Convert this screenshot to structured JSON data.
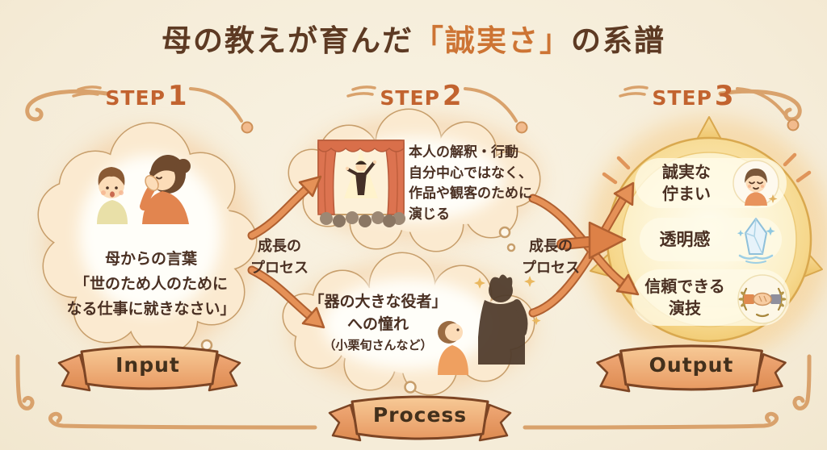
{
  "title": {
    "prefix": "母の教えが育んだ",
    "highlight": "「誠実さ」",
    "suffix": "の系譜"
  },
  "steps": [
    {
      "label": "STEP",
      "number": "1"
    },
    {
      "label": "STEP",
      "number": "2"
    },
    {
      "label": "STEP",
      "number": "3"
    }
  ],
  "step1": {
    "illustration": "mother-whispering-to-child",
    "lines": [
      "母からの言葉",
      "「世のため人のために",
      "なる仕事に就きなさい」"
    ]
  },
  "growth": [
    {
      "line1": "成長の",
      "line2": "プロセス"
    },
    {
      "line1": "成長の",
      "line2": "プロセス"
    }
  ],
  "step2": {
    "top": {
      "illustration": "actor-on-stage-with-audience",
      "lines": [
        "本人の解釈・行動",
        "自分中心ではなく、",
        "作品や観客のために",
        "演じる"
      ]
    },
    "bottom": {
      "illustration": "boy-admiring-actor-silhouette",
      "lines": [
        "「器の大きな役者」",
        "への憧れ",
        "（小栗旬さんなど）"
      ]
    }
  },
  "step3": {
    "items": [
      {
        "line1": "誠実な",
        "line2": "佇まい",
        "icon": "serene-face-icon"
      },
      {
        "line1": "透明感",
        "line2": "",
        "icon": "crystal-icon"
      },
      {
        "line1": "信頼できる",
        "line2": "演技",
        "icon": "handshake-laurel-icon"
      }
    ]
  },
  "ribbons": {
    "input": "Input",
    "process": "Process",
    "output": "Output"
  },
  "colors": {
    "background": "#f5ecd8",
    "title_brown": "#5d3a23",
    "accent_orange": "#cd7434",
    "step_orange": "#c2632f",
    "arrow_orange": "#e59157",
    "ribbon_peach": "#f0b183",
    "badge_gold": "#f3cf7e",
    "text_dark": "#4a3023"
  }
}
